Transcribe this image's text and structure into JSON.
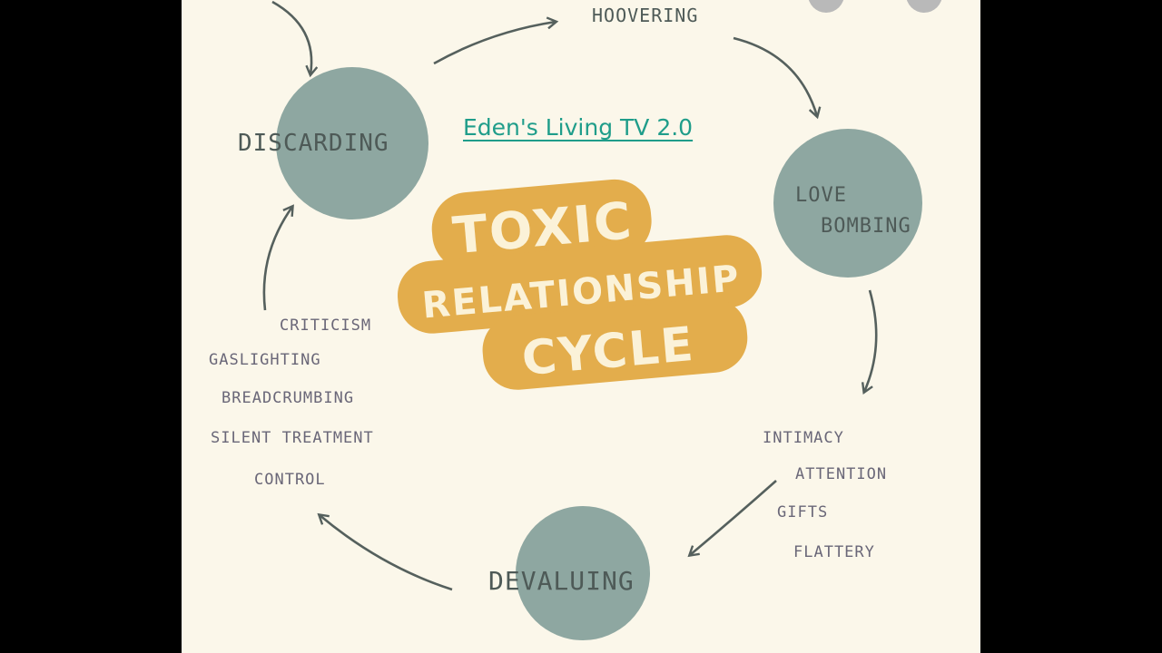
{
  "watermark": "Eden's Living TV 2.0",
  "title": {
    "line1": "TOXIC",
    "line2": "RELATIONSHIP",
    "line3": "CYCLE"
  },
  "stages": {
    "top": "HOOVERING",
    "left": "DISCARDING",
    "right_line1": "LOVE",
    "right_line2": "BOMBING",
    "bottom": "DEVALUING"
  },
  "devaluing_list": [
    "CRITICISM",
    "GASLIGHTING",
    "BREADCRUMBING",
    "SILENT TREATMENT",
    "CONTROL"
  ],
  "love_bombing_list": [
    "INTIMACY",
    "ATTENTION",
    "GIFTS",
    "FLATTERY"
  ],
  "colors": {
    "background": "#fbf7ea",
    "letterbox": "#000000",
    "circle": "#8ea7a1",
    "title_band": "#e3ad4c",
    "watermark": "#1f9d8a"
  }
}
